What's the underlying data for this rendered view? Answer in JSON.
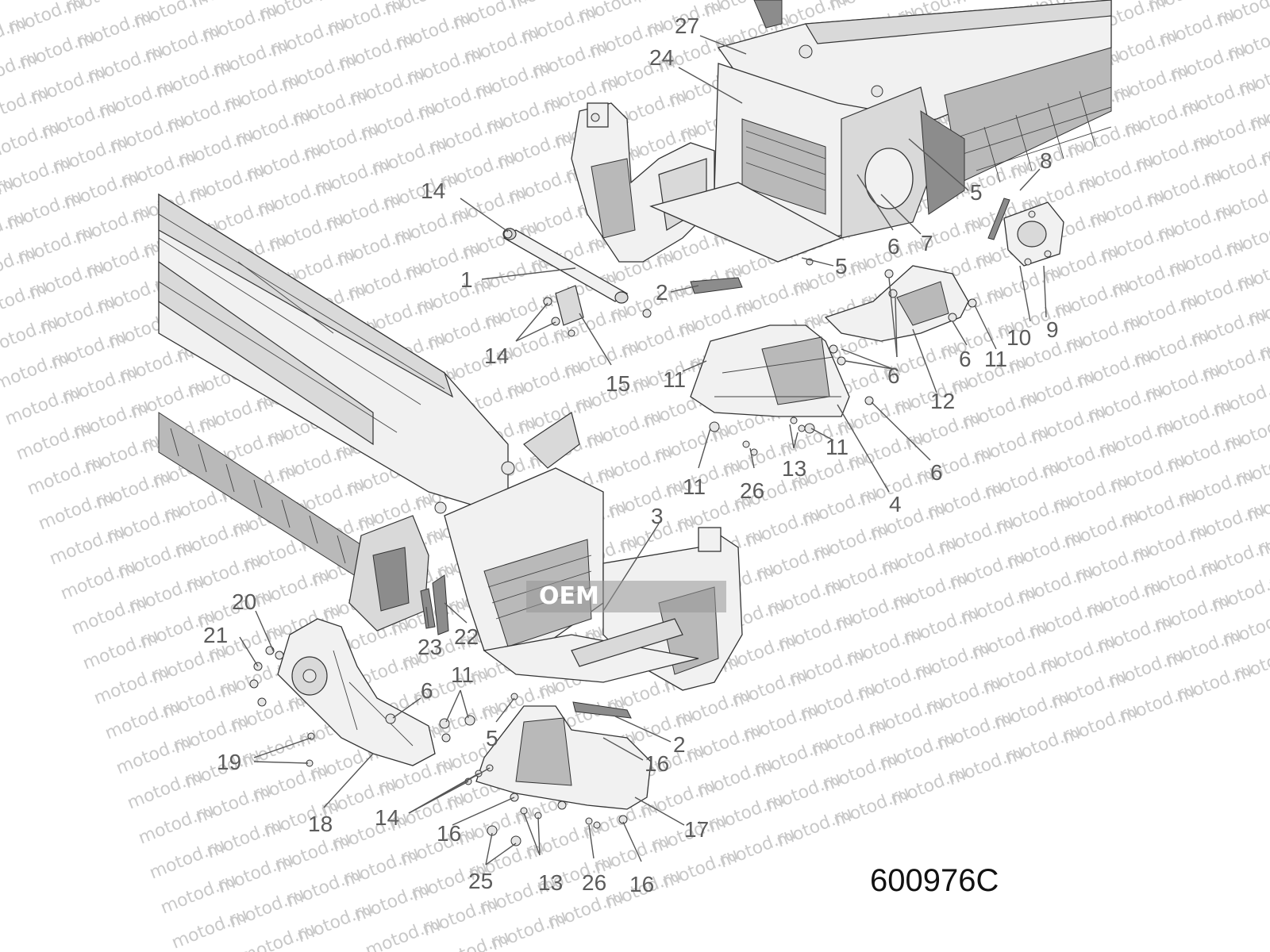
{
  "diagram": {
    "code": "600976C",
    "watermark_text": "motod.ru",
    "stamp_text": "OEM",
    "callouts": [
      {
        "id": "c27",
        "label": "27"
      },
      {
        "id": "c24",
        "label": "24"
      },
      {
        "id": "c14a",
        "label": "14"
      },
      {
        "id": "c1",
        "label": "1"
      },
      {
        "id": "c2a",
        "label": "2"
      },
      {
        "id": "c5a",
        "label": "5"
      },
      {
        "id": "c5b",
        "label": "5"
      },
      {
        "id": "c6a",
        "label": "6"
      },
      {
        "id": "c7",
        "label": "7"
      },
      {
        "id": "c8",
        "label": "8"
      },
      {
        "id": "c9",
        "label": "9"
      },
      {
        "id": "c10",
        "label": "10"
      },
      {
        "id": "c11a",
        "label": "11"
      },
      {
        "id": "c6b",
        "label": "6"
      },
      {
        "id": "c12",
        "label": "12"
      },
      {
        "id": "c6c",
        "label": "6"
      },
      {
        "id": "c14b",
        "label": "14"
      },
      {
        "id": "c15",
        "label": "15"
      },
      {
        "id": "c11b",
        "label": "11"
      },
      {
        "id": "c11c",
        "label": "11"
      },
      {
        "id": "c13a",
        "label": "13"
      },
      {
        "id": "c26a",
        "label": "26"
      },
      {
        "id": "c11d",
        "label": "11"
      },
      {
        "id": "c6d",
        "label": "6"
      },
      {
        "id": "c4",
        "label": "4"
      },
      {
        "id": "c3",
        "label": "3"
      },
      {
        "id": "c20",
        "label": "20"
      },
      {
        "id": "c21",
        "label": "21"
      },
      {
        "id": "c22",
        "label": "22"
      },
      {
        "id": "c23",
        "label": "23"
      },
      {
        "id": "c6e",
        "label": "6"
      },
      {
        "id": "c11e",
        "label": "11"
      },
      {
        "id": "c5c",
        "label": "5"
      },
      {
        "id": "c2b",
        "label": "2"
      },
      {
        "id": "c16a",
        "label": "16"
      },
      {
        "id": "c19",
        "label": "19"
      },
      {
        "id": "c18",
        "label": "18"
      },
      {
        "id": "c14c",
        "label": "14"
      },
      {
        "id": "c16b",
        "label": "16"
      },
      {
        "id": "c17",
        "label": "17"
      },
      {
        "id": "c25",
        "label": "25"
      },
      {
        "id": "c13b",
        "label": "13"
      },
      {
        "id": "c26b",
        "label": "26"
      },
      {
        "id": "c16c",
        "label": "16"
      }
    ]
  }
}
